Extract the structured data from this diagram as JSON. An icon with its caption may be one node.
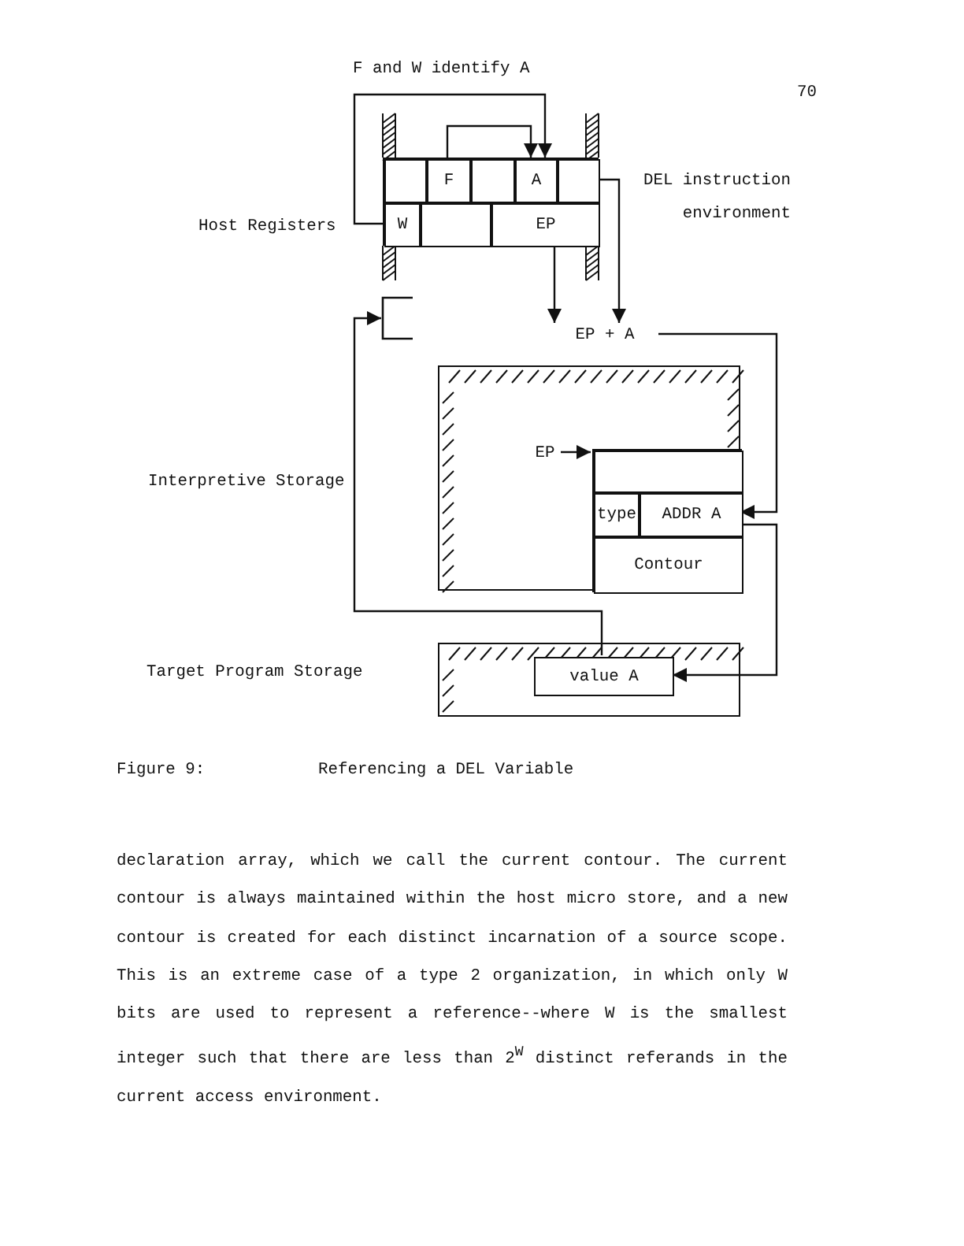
{
  "diagram": {
    "title": "Referencing a DEL Variable",
    "nodes": [
      {
        "text": [],
        "shape": "box"
      },
      {
        "text": [],
        "shape": "box",
        "in": 0
      },
      {
        "text": [
          "F"
        ],
        "in": 0
      },
      {
        "text": [],
        "shape": "box",
        "in": 0
      },
      {
        "text": [
          "A"
        ],
        "in": 0
      },
      {
        "text": [],
        "shape": "box",
        "in": 0
      },
      {
        "text": [
          "W"
        ],
        "in": 0
      },
      {
        "text": [],
        "shape": "box",
        "in": 0
      },
      {
        "text": [
          "EP"
        ],
        "in": 0
      },
      {
        "text": [],
        "shape": "bracket"
      },
      {
        "text": [
          "EP + A"
        ]
      },
      {
        "text": [],
        "shape": "box"
      },
      {
        "text": [
          "EP"
        ],
        "in": 11
      },
      {
        "text": [],
        "shape": "box",
        "in": 11
      },
      {
        "text": [],
        "shape": "box",
        "in": 13
      },
      {
        "text": [
          "type"
        ],
        "in": 13
      },
      {
        "text": [
          "ADDR A"
        ],
        "in": 13
      },
      {
        "text": [
          "Contour"
        ],
        "in": 13
      },
      {
        "text": [],
        "shape": "box"
      },
      {
        "text": [
          "value A"
        ],
        "in": 18
      }
    ],
    "edges": [
      {
        "from": 6,
        "to": 4,
        "arrow": "to"
      },
      {
        "from": 2,
        "to": 4,
        "arrow": "to"
      },
      {
        "from": 5,
        "to": 10,
        "arrow": "to"
      },
      {
        "from": 8,
        "to": 10,
        "arrow": "to"
      },
      {
        "from": 10,
        "to": 16,
        "arrow": "to"
      },
      {
        "from": 16,
        "to": 19,
        "arrow": "to"
      },
      {
        "from": 19,
        "to": 9,
        "arrow": "to"
      },
      {
        "from": 12,
        "to": 14,
        "arrow": "to"
      }
    ],
    "labels": [
      "F and W identify A",
      "70",
      "DEL instruction environment",
      "Host Registers",
      "Interpretive Storage",
      "Target Program Storage",
      "Figure 9:",
      "declaration array, which we call the current contour. The current contour is always maintained within the host micro store, and a new contour is created for each distinct incarnation of a source scope. This is an extreme case of a type 2 organization, in which only W bits are used to represent a reference--where W is the smallest integer such that there are less than 2$^{W}$ distinct referands in the current access environment."
    ]
  }
}
